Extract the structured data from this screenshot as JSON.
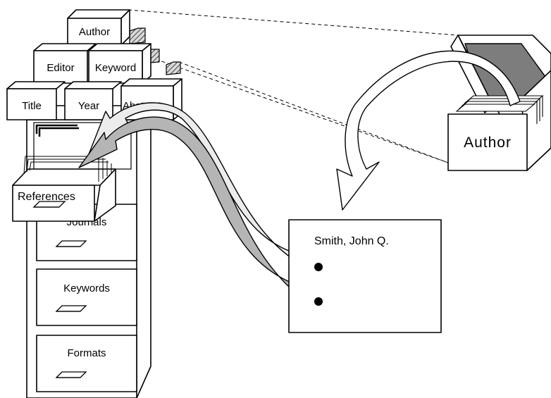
{
  "index_boxes": {
    "author": "Author",
    "editor": "Editor",
    "keyword": "Keyword",
    "title": "Title",
    "year": "Year",
    "abstract": "Abstract"
  },
  "cabinet": {
    "open_drawer_label": "References",
    "drawers": [
      "Journals",
      "Keywords",
      "Formats"
    ]
  },
  "card_box": {
    "label": "Author"
  },
  "record_card": {
    "text": "Smith, John Q."
  },
  "colors": {
    "line": "#000000",
    "background": "#ffffff",
    "light_arrow": "#ececec",
    "dark_arrow": "#b5b5b5",
    "box_interior": "#7d7d7d"
  }
}
